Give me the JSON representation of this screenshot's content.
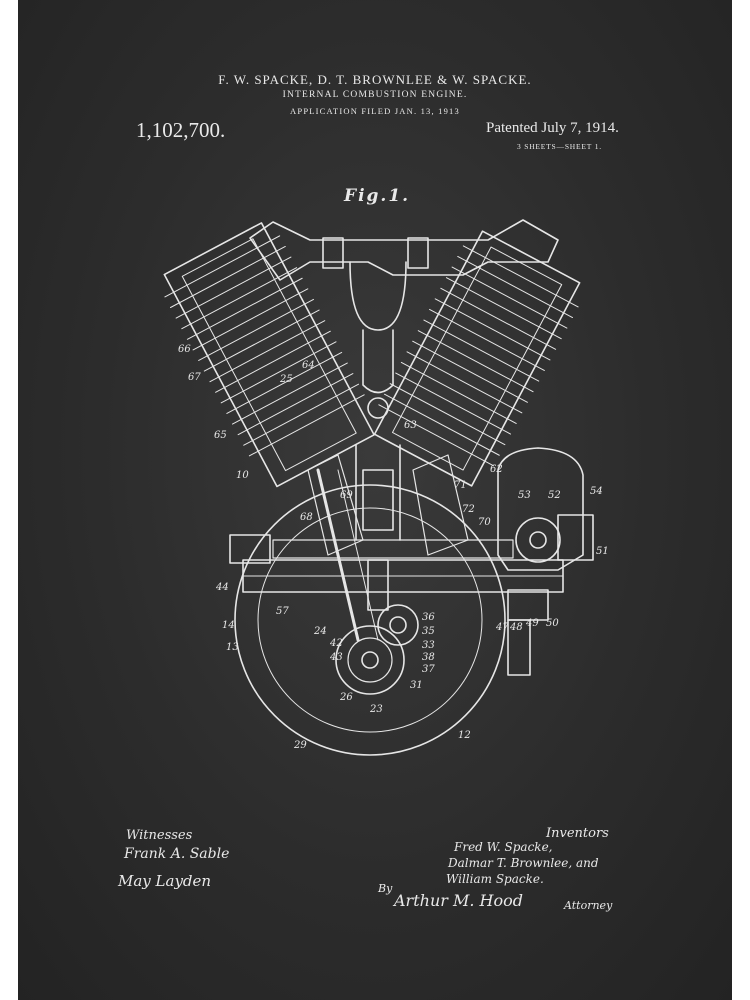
{
  "header": {
    "names": "F. W. SPACKE, D. T. BROWNLEE & W. SPACKE.",
    "title": "INTERNAL COMBUSTION ENGINE.",
    "filed": "APPLICATION FILED JAN. 13, 1913",
    "patent_number": "1,102,700.",
    "patented": "Patented July 7, 1914.",
    "sheets": "3 SHEETS—SHEET 1."
  },
  "figure": {
    "label": "Fig.1.",
    "part_labels": [
      "66",
      "67",
      "25",
      "64",
      "65",
      "10",
      "63",
      "62",
      "69",
      "70",
      "71",
      "72",
      "68",
      "53",
      "52",
      "54",
      "51",
      "44",
      "57",
      "14",
      "13",
      "24",
      "42",
      "43",
      "36",
      "35",
      "33",
      "38",
      "37",
      "31",
      "23",
      "26",
      "29",
      "12",
      "47",
      "48",
      "49",
      "50"
    ]
  },
  "witnesses": {
    "heading": "Witnesses",
    "names": [
      "Frank A. Sable",
      "May Layden"
    ]
  },
  "inventors": {
    "heading": "Inventors",
    "names": [
      "Fred W. Spacke,",
      "Dalmar T. Brownlee, and",
      "William Spacke."
    ]
  },
  "attorney": {
    "by": "By",
    "name": "Arthur M. Hood",
    "label": "Attorney"
  },
  "colors": {
    "board": "#2c2c2c",
    "chalk": "#e9e9e9"
  }
}
